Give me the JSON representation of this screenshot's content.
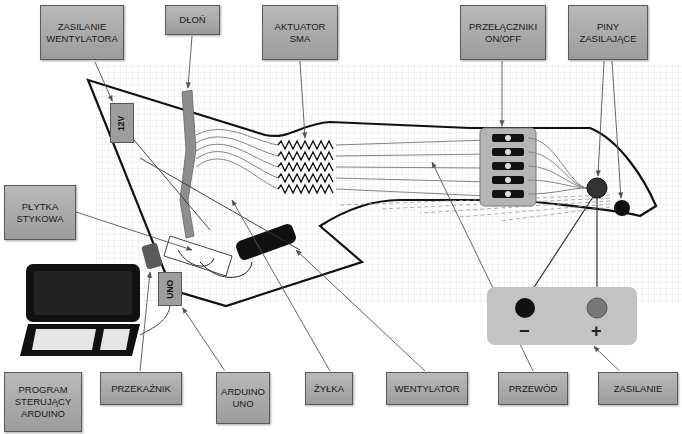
{
  "diagram": {
    "nodes": [
      {
        "text": [
          "ZASILANIE WENTYLATORA"
        ]
      },
      {
        "text": [
          "DŁOŃ"
        ]
      },
      {
        "text": [
          "AKTUATOR SMA"
        ]
      },
      {
        "text": [
          "PRZEŁĄCZNIKI ON/OFF"
        ]
      },
      {
        "text": [
          "PINY ZASILAJĄCE"
        ]
      },
      {
        "text": [
          "12V"
        ]
      },
      {
        "text": [
          "PŁYTKA STYKOWA"
        ]
      },
      {
        "text": [
          "UNO"
        ]
      },
      {
        "text": [
          "−",
          "+"
        ]
      },
      {
        "text": [
          "PROGRAM STERUJĄCY ARDUINO"
        ]
      },
      {
        "text": [
          "PRZEKAŹNIK"
        ]
      },
      {
        "text": [
          "ARDUINO UNO"
        ]
      },
      {
        "text": [
          "ŻYŁKA"
        ]
      },
      {
        "text": [
          "WENTYLATOR"
        ]
      },
      {
        "text": [
          "PRZEWÓD"
        ]
      },
      {
        "text": [
          "ZASILANIE"
        ]
      }
    ],
    "edges": [
      {
        "from": 0,
        "to": 5,
        "arrow": "to"
      },
      {
        "from": 11,
        "to": 7,
        "arrow": "to"
      },
      {
        "from": 15,
        "to": 8,
        "arrow": "to"
      }
    ]
  }
}
